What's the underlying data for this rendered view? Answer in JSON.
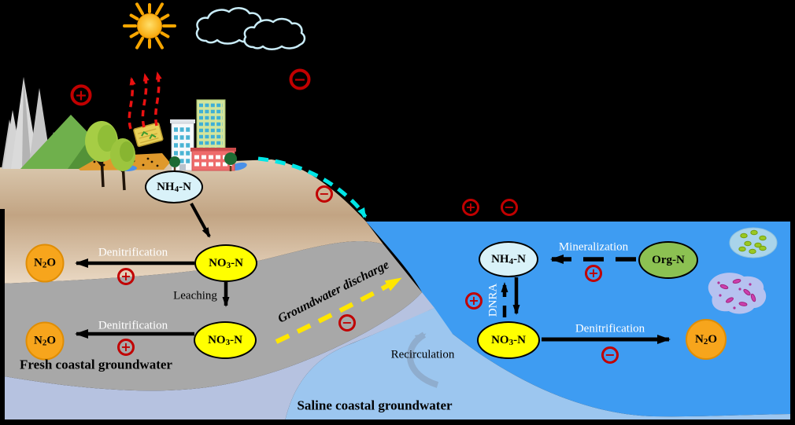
{
  "molecules": {
    "nh4": {
      "pre": "NH",
      "sub": "4",
      "post": "-N"
    },
    "no3": {
      "pre": "NO",
      "sub": "3",
      "post": "-N"
    },
    "n2o": {
      "pre": "N",
      "sub": "2",
      "post": "O"
    },
    "org": {
      "pre": "Org-N",
      "sub": "",
      "post": ""
    }
  },
  "processes": {
    "denitrification": "Denitrification",
    "mineralization": "Mineralization",
    "dnra": "DNRA",
    "leaching": "Leaching",
    "recirculation": "Recirculation",
    "groundwater_discharge": "Groundwater discharge"
  },
  "zones": {
    "fresh": "Fresh coastal groundwater",
    "saline": "Saline coastal groundwater"
  },
  "symbols": {
    "plus": "+",
    "minus": "−"
  },
  "colors": {
    "sea": "#3e9cf2",
    "saline_groundwater": "#9cc6ef",
    "fresh_groundwater_gray": "#a8a8a8",
    "transition_band": "#b6c2e0",
    "soil_tan": "#cfb394",
    "nh4_fill": "#d9f2f9",
    "no3_fill": "#ffff00",
    "n2o_fill": "#f7a51c",
    "org_fill": "#8cc152",
    "symbol_red": "#c10000",
    "discharge_arrow_yellow": "#ffe600",
    "coast_dashed_cyan": "#00e6e6",
    "emission_arrow_red": "#ea1111"
  },
  "icons": [
    "sun-icon",
    "clouds-icon",
    "mountains-icon",
    "hill-icon",
    "trees-icon",
    "farmland-icon",
    "city-buildings-icon",
    "pond-icon",
    "algae-icon",
    "bacteria-icon",
    "recirculation-arrow-icon"
  ]
}
